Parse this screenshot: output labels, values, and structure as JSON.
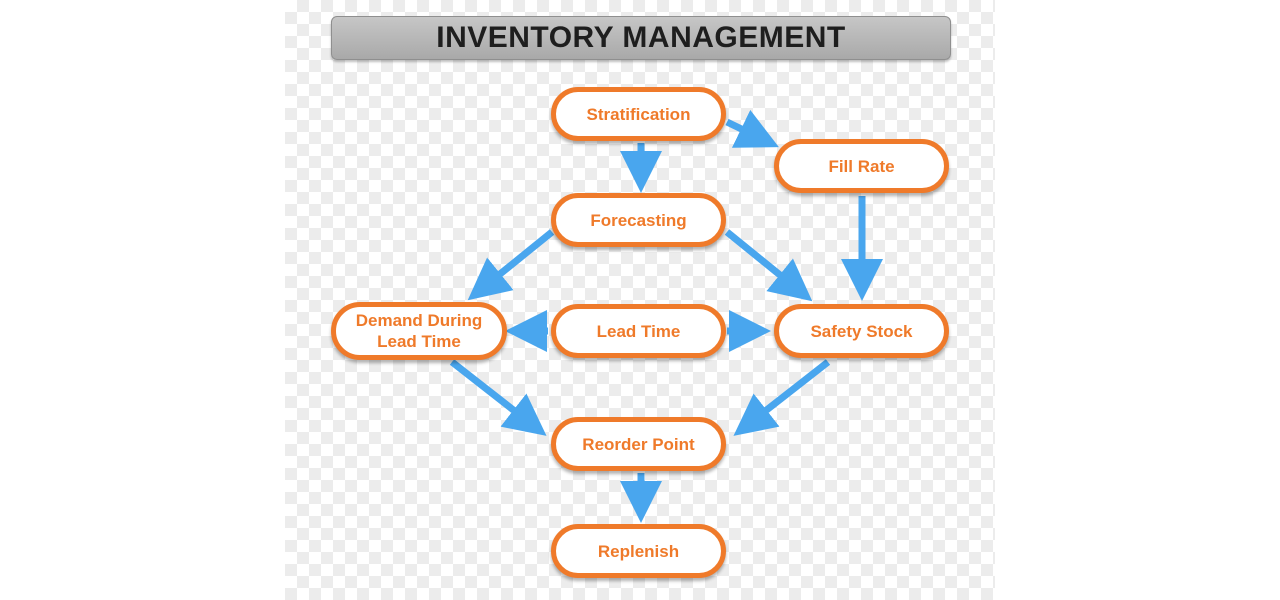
{
  "title": "INVENTORY MANAGEMENT",
  "nodes": {
    "stratification": "Stratification",
    "fill_rate": "Fill Rate",
    "forecasting": "Forecasting",
    "demand_during_lead_time": [
      "Demand During",
      "Lead Time"
    ],
    "lead_time": "Lead Time",
    "safety_stock": "Safety Stock",
    "reorder_point": "Reorder Point",
    "replenish": "Replenish"
  },
  "colors": {
    "node_border": "#ef7a2a",
    "node_text": "#ef7a2a",
    "arrow": "#49a6ee",
    "title_bar": "#b3b3b3",
    "title_text": "#1e1e1e"
  }
}
